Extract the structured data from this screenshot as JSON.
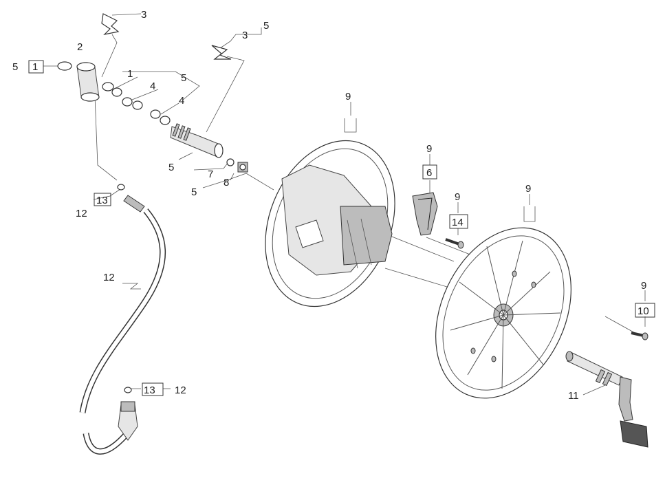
{
  "labels": {
    "clip_top_num": "3",
    "part2_num": "2",
    "ring_left_ref": "5",
    "ring_left_box": "1",
    "seal1_num": "1",
    "seal1_ref": "5",
    "oring_a": "4",
    "oring_b": "4",
    "axle_ref": "5",
    "clip_box_num": "3",
    "clip_box_ref": "5",
    "oring7": "7",
    "nut8": "8",
    "group78_ref": "5",
    "hose_oring_box": "13",
    "hose_oring_ref": "12",
    "hose_mid": "12",
    "hose_bottom_box": "13",
    "hose_bottom_ref": "12",
    "drum_left_ref": "9",
    "clip6_ref": "9",
    "clip6_box": "6",
    "screw14_ref": "9",
    "screw14_box": "14",
    "drum_right_ref": "9",
    "screw10_ref": "9",
    "screw10_box": "10",
    "crank11": "11"
  }
}
